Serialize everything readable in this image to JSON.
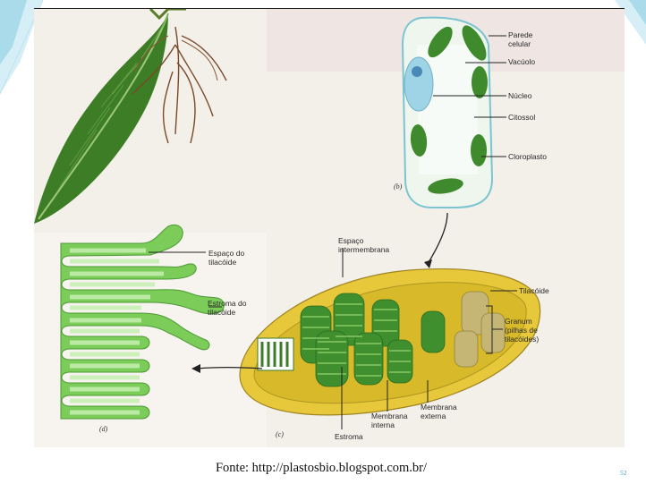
{
  "labels": {
    "parede": "Parede",
    "celular": "celular",
    "vacuolo": "Vacúolo",
    "nucleo": "Núcleo",
    "citossol": "Citossol",
    "cloroplasto": "Cloroplasto",
    "panel_b": "(b)",
    "espaco_tilacoide_1": "Espaço do",
    "espaco_tilacoide_2": "tilacóide",
    "espaco_intermembrana_1": "Espaço",
    "espaco_intermembrana_2": "intermembrana",
    "estroma_tilacoide_1": "Estroma do",
    "estroma_tilacoide_2": "tilacóide",
    "tilacoide": "Tilacóide",
    "granum_1": "Granum",
    "granum_2": "(pilhas de",
    "granum_3": "tilacóides)",
    "membrana_externa_1": "Membrana",
    "membrana_externa_2": "externa",
    "membrana_interna_1": "Membrana",
    "membrana_interna_2": "interna",
    "estroma": "Estroma",
    "panel_c": "(c)",
    "panel_d": "(d)"
  },
  "caption": "Fonte: http://plastosbio.blogspot.com.br/",
  "page_number": "52",
  "colors": {
    "accent": "#3a9ab5",
    "chloroplast_envelope": "#e6c83a",
    "grana": "#3f8f2f",
    "thylakoid": "#8fd06a",
    "cell": "#eef6ee"
  }
}
